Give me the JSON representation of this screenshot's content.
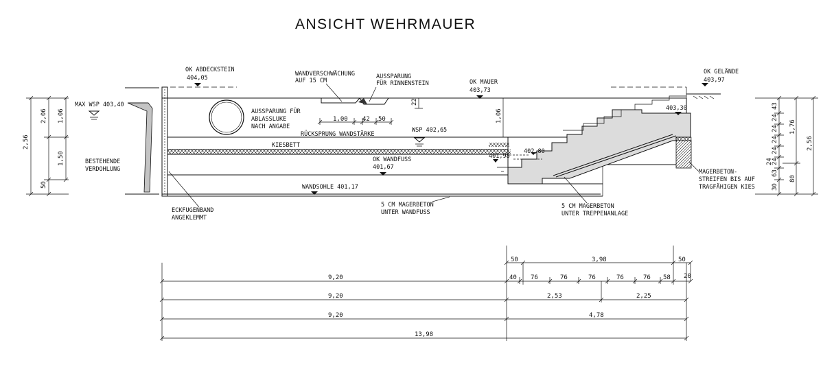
{
  "title": "ANSICHT  WEHRMAUER",
  "labels": {
    "ok_abdeckstein": "OK ABDECKSTEIN",
    "ok_abdeckstein_val": "404,05",
    "wandverschwaechung_1": "WANDVERSCHWÄCHUNG",
    "wandverschwaechung_2": "AUF 15 CM",
    "aussparung_rinne_1": "AUSSPARUNG",
    "aussparung_rinne_2": "FÜR RINNENSTEIN",
    "ok_mauer": "OK MAUER",
    "ok_mauer_val": "403,73",
    "ok_gelaende": "OK GELÄNDE",
    "ok_gelaende_val": "403,97",
    "max_wsp": "MAX  WSP  403,40",
    "aussparung_luke_1": "AUSSPARUNG FÜR",
    "aussparung_luke_2": "ABLASSLUKE",
    "aussparung_luke_3": "NACH ANGABE",
    "rueckspruung": "RÜCKSPRUNG  WANDSTÄRKE",
    "wsp_2": "WSP  402,65",
    "kiesbett": "KIESBETT",
    "bestehende_1": "BESTEHENDE",
    "bestehende_2": "VERDOHLUNG",
    "ok_wandfuss": "OK WANDFUSS",
    "ok_wandfuss_val": "401,67",
    "wandsohle": "WANDSOHLE  401,17",
    "eckfugenband_1": "ECKFUGENBAND",
    "eckfugenband_2": "ANGEKLEMMT",
    "mager_wandfuss_1": "5 CM MAGERBETON",
    "mager_wandfuss_2": "UNTER WANDFUSS",
    "mager_treppe_1": "5 CM MAGERBETON",
    "mager_treppe_2": "UNTER TREPPENANLAGE",
    "magerbeton_streifen_1": "MAGERBETON-",
    "magerbeton_streifen_2": "STREIFEN  BIS  AUF",
    "magerbeton_streifen_3": "TRAGFÄHIGEN  KIES",
    "lvl_403_30": "403,30",
    "lvl_402_80": "402,80",
    "lvl_401_98": "401,98"
  },
  "dims": {
    "left_total": "2,56",
    "left_206": "2,06",
    "left_050": "50",
    "left_106": "1,06",
    "left_150": "1,50",
    "right_total": "2,56",
    "right_176": "1,76",
    "right_080": "80",
    "right_43": "43",
    "right_24a": "24",
    "right_24b": "24",
    "right_24c": "24",
    "right_24d": "24",
    "right_24e": "24",
    "right_24f": "24",
    "right_63": "63",
    "right_30": "30",
    "aussp_22": "22",
    "aussp_100": "1,00",
    "aussp_42": "42",
    "aussp_50": "50",
    "mid_106": "1,06",
    "b1_50a": "50",
    "b1_398": "3,98",
    "b1_50b": "50",
    "b2_920": "9,20",
    "b2_40": "40",
    "b2_76a": "76",
    "b2_76b": "76",
    "b2_76c": "76",
    "b2_76d": "76",
    "b2_76e": "76",
    "b2_58": "58",
    "b2_20": "20",
    "b3_920": "9,20",
    "b3_253": "2,53",
    "b3_225": "2,25",
    "b4_920": "9,20",
    "b4_478": "4,78",
    "b5_1398": "13,98"
  }
}
